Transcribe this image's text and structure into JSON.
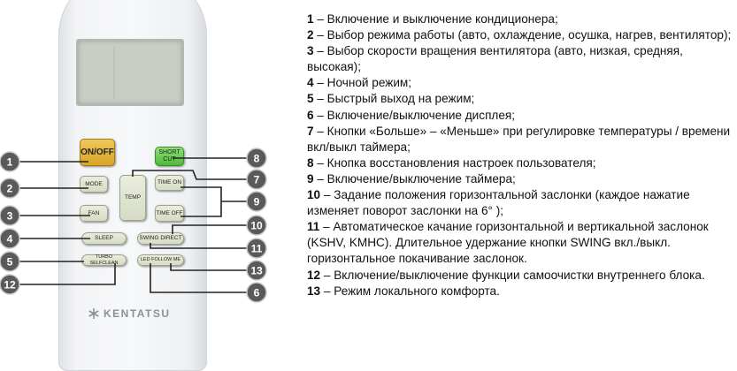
{
  "remote": {
    "buttons": {
      "on_off": "ON/OFF",
      "short_cut": "SHORT CUT",
      "mode": "MODE",
      "temp": "TEMP",
      "time_on": "TIME ON",
      "fan": "FAN",
      "time_off": "TIME OFF",
      "sleep": "SLEEP",
      "swing_direct": "SWING DIRECT",
      "turbo_selfclean": "TURBO SELFCLEAN",
      "led_follow_me": "LED FOLLOW ME"
    },
    "brand": "KENTATSU"
  },
  "callouts": {
    "left": [
      "1",
      "2",
      "3",
      "4",
      "5",
      "12"
    ],
    "right": [
      "8",
      "7",
      "9",
      "10",
      "11",
      "13",
      "6"
    ]
  },
  "colors": {
    "on_off": "#e2b43a",
    "short_cut": "#6ccb55",
    "callout": "#5a5a5a"
  },
  "legend": [
    {
      "num": "1",
      "text": " – Включение и выключение кондиционера;"
    },
    {
      "num": "2",
      "text": " – Выбор режима работы (авто, охлаждение, осушка, нагрев, вентилятор);"
    },
    {
      "num": "3",
      "text": " – Выбор скорости вращения вентилятора (авто, низкая, средняя, высокая);"
    },
    {
      "num": "4",
      "text": " – Ночной режим;"
    },
    {
      "num": "5",
      "text": " – Быстрый выход на режим;"
    },
    {
      "num": "6",
      "text": " – Включение/выключение дисплея;"
    },
    {
      "num": "7",
      "text": " – Кнопки «Больше» – «Меньше» при регулировке температуры / времени вкл/выкл таймера;"
    },
    {
      "num": "8",
      "text": " – Кнопка восстановления настроек пользователя;"
    },
    {
      "num": "9",
      "text": " – Включение/выключение таймера;"
    },
    {
      "num": "10",
      "text": " – Задание положения горизонтальной заслонки (каждое нажатие изменяет поворот заслонки на 6° );"
    },
    {
      "num": "11",
      "text": " – Автоматическое качание горизонтальной и вертикальной заслонок (KSHV, KMHC). Длительное удержание кнопки SWING вкл./выкл. горизонтальное покачивание заслонок."
    },
    {
      "num": "12",
      "text": " – Включение/выключение функции самоочистки внутреннего блока."
    },
    {
      "num": "13",
      "text": " – Режим локального комфорта."
    }
  ]
}
